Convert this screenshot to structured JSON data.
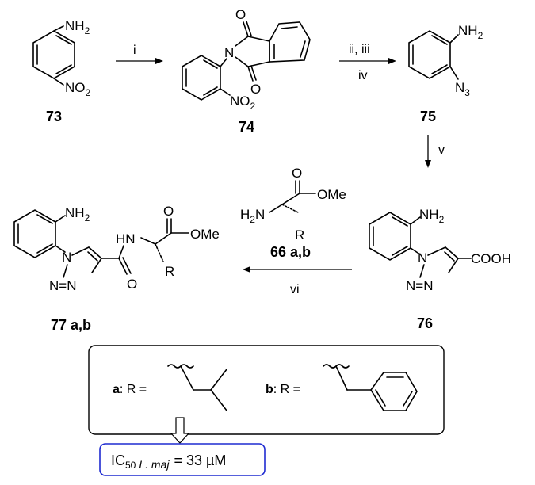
{
  "compounds": {
    "c73": {
      "label": "73"
    },
    "c74": {
      "label": "74"
    },
    "c75": {
      "label": "75"
    },
    "c76": {
      "label": "76"
    },
    "c77": {
      "label": "77 a,b"
    },
    "c66": {
      "label": "66 a,b"
    }
  },
  "atoms": {
    "nh2": "NH",
    "two": "2",
    "no2": "NO",
    "n3": "N",
    "three": "3",
    "o": "O",
    "n": "N",
    "n_eq_n": "N=N",
    "cooh": "COOH",
    "ome": "OMe",
    "h2n": "H",
    "h2n_n": "N",
    "hn": "HN",
    "r": "R"
  },
  "reagents": {
    "step1": "i",
    "step2_line1": "ii, iii",
    "step2_line2": "iv",
    "step3": "v",
    "step4": "vi"
  },
  "rgroups": {
    "a_bold": "a",
    "a_text": ": R =",
    "b_bold": "b",
    "b_text": ": R ="
  },
  "activity": {
    "prefix": "IC",
    "sub": "50",
    "species": "L. maj",
    "value": "=  33 µM"
  },
  "colors": {
    "activity_border": "#1f2bd1",
    "box_border": "#000000"
  }
}
